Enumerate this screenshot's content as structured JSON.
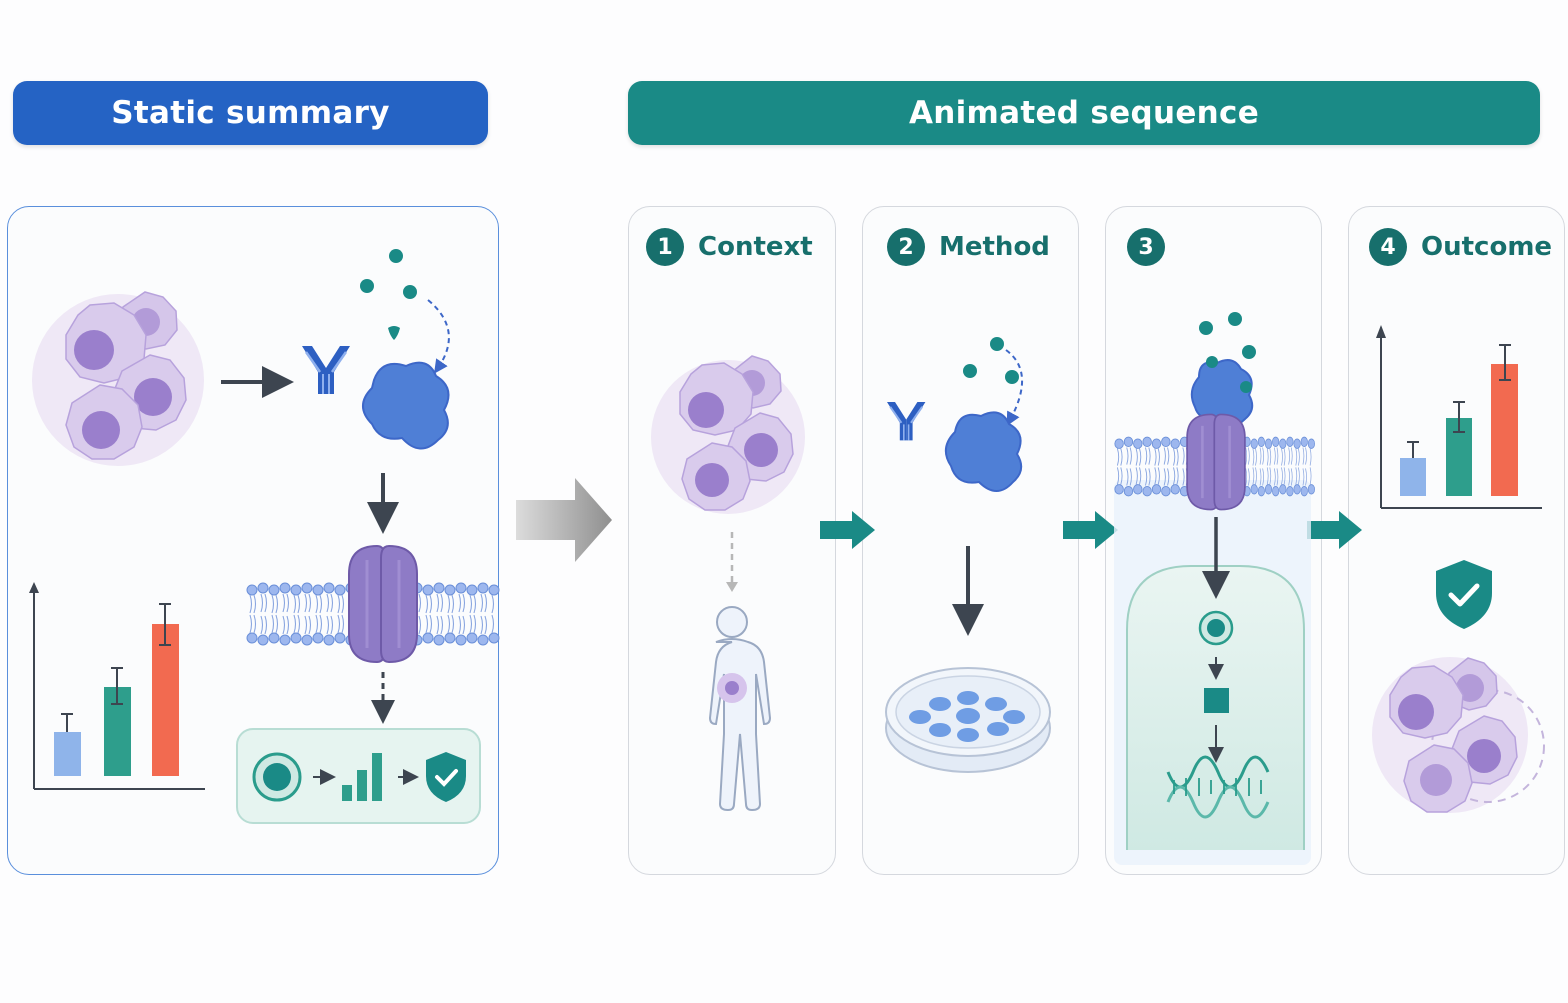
{
  "headers": {
    "static_label": "Static summary",
    "animated_label": "Animated sequence"
  },
  "steps": [
    {
      "number": "1",
      "label": "Context"
    },
    {
      "number": "2",
      "label": "Method"
    },
    {
      "number": "3",
      "label": ""
    },
    {
      "number": "4",
      "label": "Outcome"
    }
  ],
  "colors": {
    "static_blue": "#2563c4",
    "animated_teal": "#1a8a86",
    "cell_purple": "#b9a6d8",
    "protein_blue": "#4f7fd6",
    "bar_low": "#8fb4ea",
    "bar_mid": "#2e9e8c",
    "bar_high": "#f26a50"
  },
  "icons": [
    "cell-cluster-icon",
    "antibody-icon",
    "protein-icon",
    "membrane-channel-icon",
    "bar-chart-icon",
    "shield-check-icon",
    "human-body-icon",
    "petri-dish-icon",
    "dna-icon"
  ]
}
